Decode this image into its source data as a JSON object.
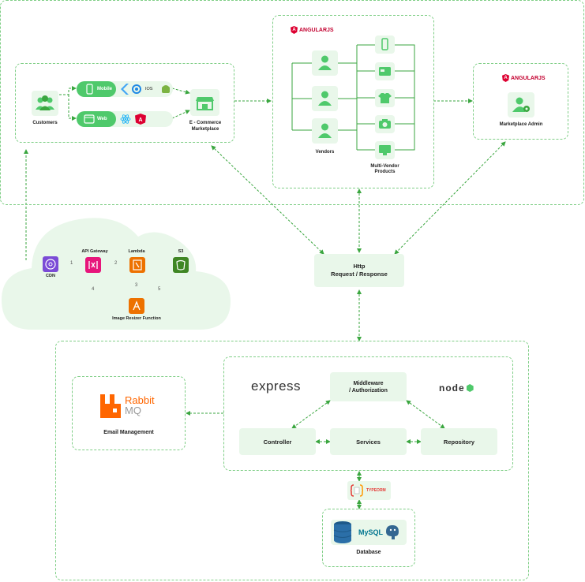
{
  "customers": {
    "label": "Customers"
  },
  "channels": {
    "mobile": {
      "label": "Mobile",
      "tech": [
        "IOS"
      ]
    },
    "web": {
      "label": "Web"
    }
  },
  "marketplace": {
    "label_line1": "E - Commerce",
    "label_line2": "Marketplace"
  },
  "vendors_panel": {
    "badge": "ANGULARJS",
    "vendors_label": "Vendors",
    "products_line1": "Multi-Vendor",
    "products_line2": "Products"
  },
  "admin_panel": {
    "badge": "ANGULARJS",
    "label": "Marketplace Admin"
  },
  "cdn": {
    "cdn_label": "CDN",
    "api_gateway_label": "API Gateway",
    "lambda_label": "Lambda",
    "s3_label": "S3",
    "resizer_label": "Image Resizer Function",
    "steps": [
      "1",
      "2",
      "3",
      "4",
      "5"
    ]
  },
  "http": {
    "line1": "Http",
    "line2": "Request / Response"
  },
  "backend": {
    "express": "express",
    "node": "node",
    "middleware_line1": "Middleware",
    "middleware_line2": "/ Authorization",
    "controller": "Controller",
    "services": "Services",
    "repository": "Repository",
    "rabbit_line1": "Rabbit",
    "rabbit_line2": "MQ",
    "email": "Email Management",
    "typeorm": "TYPEORM",
    "mysql": "MySQL",
    "database": "Database"
  },
  "colors": {
    "line": "#3aa63f",
    "dash": "#7fce86",
    "tile": "#e9f7ea",
    "accent": "#4fc96b",
    "angular": "#dd0031",
    "rabbit": "#ff6600",
    "aws_purple": "#7b4bd6",
    "aws_pink": "#e7157b",
    "aws_orange": "#ed7100",
    "aws_green": "#3f8624"
  }
}
